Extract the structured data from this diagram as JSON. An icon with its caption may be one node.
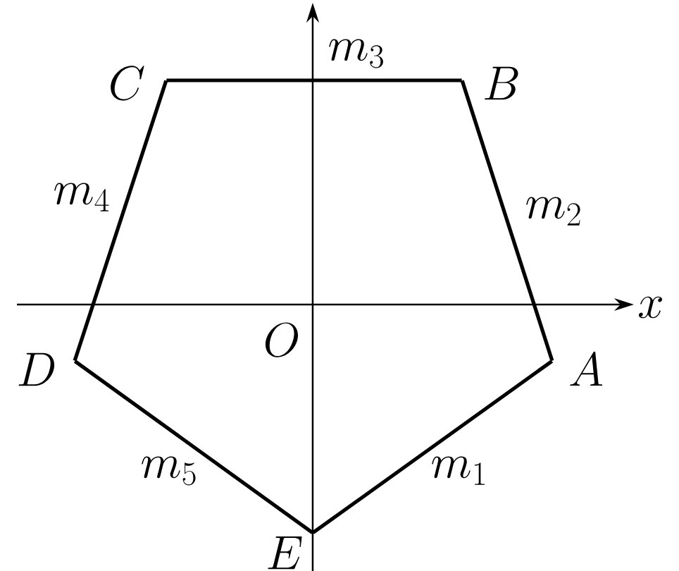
{
  "diagram": {
    "nodes": [
      {
        "text": [
          "C"
        ]
      },
      {
        "text": [
          "B"
        ]
      },
      {
        "text": [
          "D"
        ]
      },
      {
        "text": [
          "A"
        ]
      },
      {
        "text": [
          "E"
        ]
      }
    ],
    "edges": [
      {
        "from": 3,
        "to": 4,
        "arrow": "none",
        "label": "m_1"
      },
      {
        "from": 3,
        "to": 1,
        "arrow": "none",
        "label": "m_2"
      },
      {
        "from": 1,
        "to": 0,
        "arrow": "none",
        "label": "m_3"
      },
      {
        "from": 0,
        "to": 2,
        "arrow": "none",
        "label": "m_4"
      },
      {
        "from": 2,
        "to": 4,
        "arrow": "none",
        "label": "m_5"
      }
    ],
    "labels": [
      "x",
      "O"
    ]
  }
}
